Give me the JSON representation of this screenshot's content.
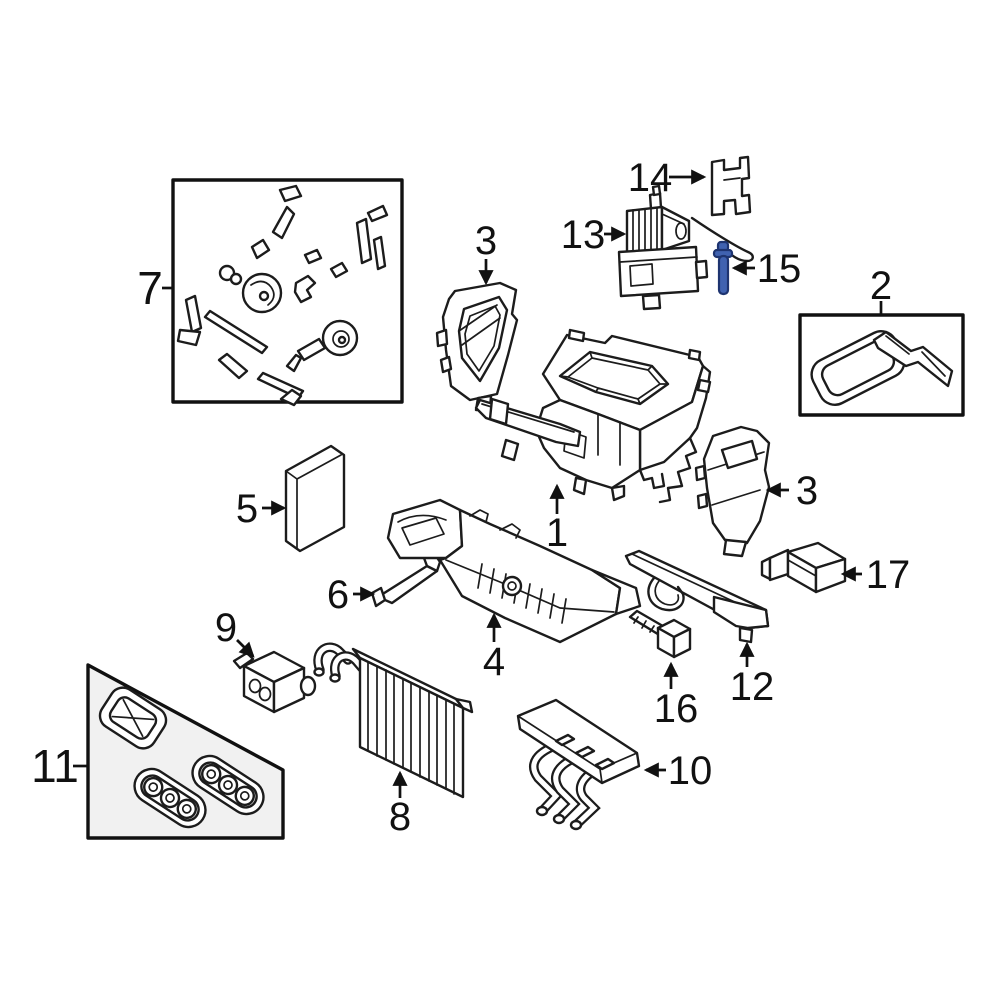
{
  "diagram": {
    "type": "exploded-parts-diagram",
    "subject": "Automotive HVAC evaporator and heater assembly",
    "colors": {
      "background": "#ffffff",
      "line": "#1c1c1c",
      "panel-fill": "#f1f1f1",
      "highlight-fill": "#4062b0",
      "highlight-stroke": "#1e3470"
    },
    "highlighted_callout": "15",
    "callouts": [
      {
        "label": "7",
        "part": "lever-kit-box"
      },
      {
        "label": "2",
        "part": "seal-kit-box"
      },
      {
        "label": "11",
        "part": "grommet-kit-box"
      },
      {
        "label": "1",
        "part": "upper-housing"
      },
      {
        "label": "3",
        "part": "air-duct-left"
      },
      {
        "label": "3",
        "part": "air-duct-right"
      },
      {
        "label": "4",
        "part": "lower-housing"
      },
      {
        "label": "5",
        "part": "cabin-air-filter"
      },
      {
        "label": "6",
        "part": "filter-rail"
      },
      {
        "label": "8",
        "part": "evaporator-core"
      },
      {
        "label": "9",
        "part": "expansion-valve"
      },
      {
        "label": "10",
        "part": "heater-core"
      },
      {
        "label": "12",
        "part": "pipe-bracket"
      },
      {
        "label": "13",
        "part": "blower-motor"
      },
      {
        "label": "14",
        "part": "mounting-bracket"
      },
      {
        "label": "15",
        "part": "screw-highlighted"
      },
      {
        "label": "16",
        "part": "bolt"
      },
      {
        "label": "17",
        "part": "actuator"
      }
    ]
  }
}
